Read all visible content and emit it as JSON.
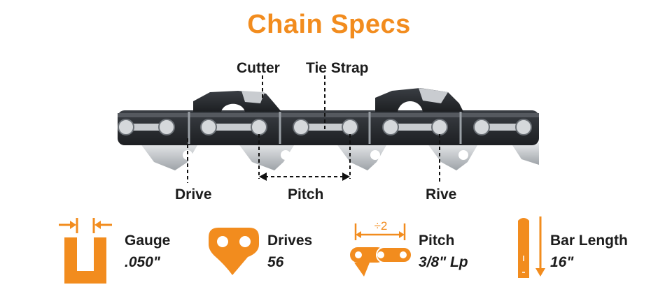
{
  "title": "Chain Specs",
  "colors": {
    "accent": "#F28C1E",
    "chain_dark": "#2b2e33",
    "chain_steel": "#bfc3c8",
    "text": "#1c1c1c"
  },
  "labels": {
    "cutter": "Cutter",
    "tie_strap": "Tie Strap",
    "drive": "Drive",
    "pitch": "Pitch",
    "rive": "Rive"
  },
  "specs": {
    "gauge": {
      "name": "Gauge",
      "value": ".050\"",
      "icon": "gauge-u-icon"
    },
    "drives": {
      "name": "Drives",
      "value": "56",
      "icon": "drive-link-icon"
    },
    "pitch": {
      "name": "Pitch",
      "value": "3/8\" Lp",
      "icon": "chain-pitch-icon",
      "icon_text": "÷2"
    },
    "bar": {
      "name": "Bar Length",
      "value": "16\"",
      "icon": "guide-bar-icon"
    }
  }
}
